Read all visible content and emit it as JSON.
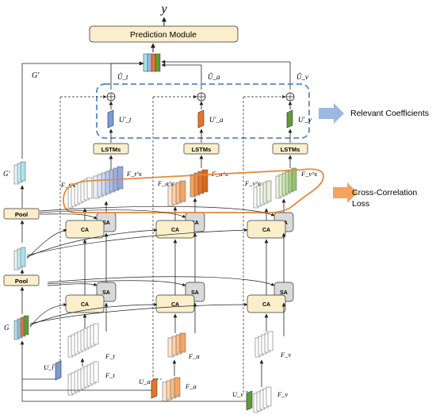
{
  "output_label": "y",
  "prediction_module": "Prediction Module",
  "global_labels": {
    "g": "G",
    "g_prime_top": "G′",
    "g_prime_mid": "G′"
  },
  "pool_label": "Pool",
  "ca_label": "CA",
  "sa_label": "SA",
  "lstm_label": "LSTMs",
  "callouts": {
    "relevant": "Relevant Coefficients",
    "cross_line1": "Cross-Correlation",
    "cross_line2": "Loss"
  },
  "branches": {
    "t": {
      "u_hat": "Û_t",
      "u_prime": "U′_t",
      "fs": "F_t^s",
      "fc": "F_t^c",
      "f": "F_t",
      "u": "U_t",
      "color": "#7a9bd6"
    },
    "a": {
      "u_hat": "Û_a",
      "u_prime": "U′_a",
      "fs": "F_a^s",
      "fc": "F_a^c",
      "f": "F_a",
      "u": "U_a",
      "color": "#e8742a"
    },
    "v": {
      "u_hat": "Û_v",
      "u_prime": "U′_v",
      "fs": "F_v^s",
      "fc": "F_v^c",
      "f": "F_v",
      "u": "U_v",
      "color": "#5f9a3c"
    }
  },
  "colors": {
    "module_fill": "#fbeecb",
    "sa_fill": "#d9d9d9",
    "dash_blue": "#5b86c8",
    "orange_loop": "#e8893a",
    "arrow_blue": "#9fb7e3",
    "arrow_orange": "#f3a35c",
    "g_cyan": "#8fd6e4"
  }
}
